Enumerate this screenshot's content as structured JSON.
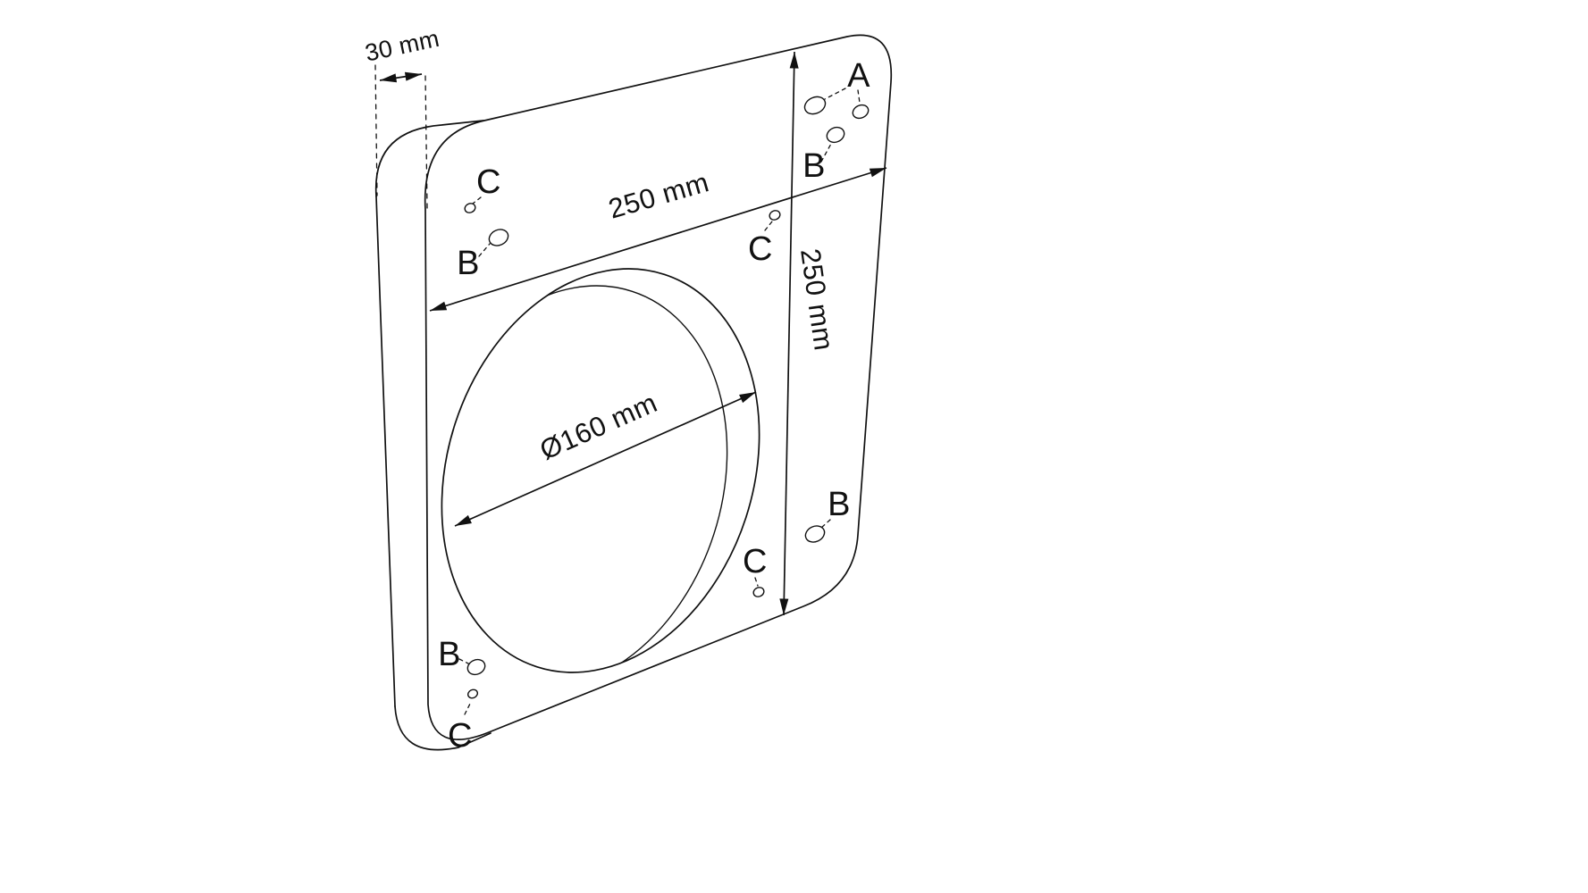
{
  "diagram": {
    "dimensions": {
      "thickness": "30 mm",
      "width": "250 mm",
      "height": "250 mm",
      "hole_diameter": "Ø160 mm"
    },
    "hole_labels": {
      "a": "A",
      "b": "B",
      "c": "C"
    },
    "colors": {
      "line": "#111111",
      "background": "#ffffff"
    }
  }
}
